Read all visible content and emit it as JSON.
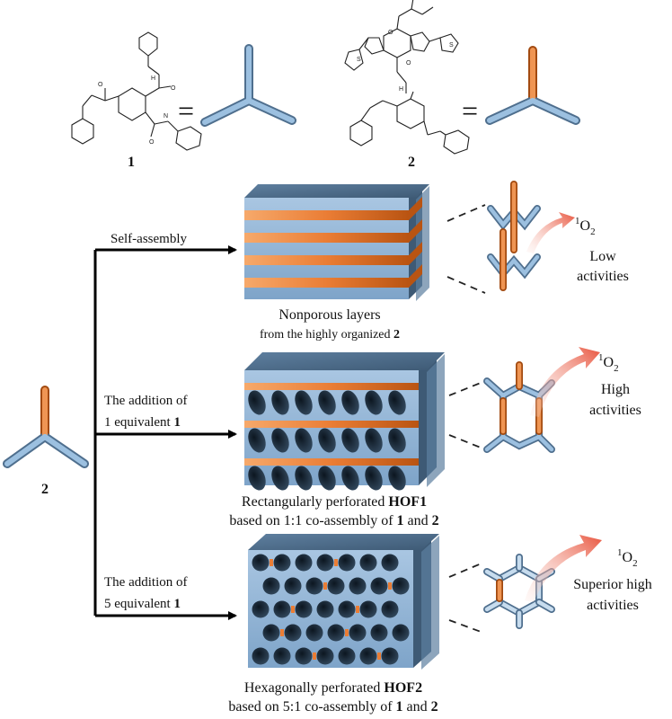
{
  "header": {
    "compound1_label": "1",
    "compound2_label": "2",
    "equals_sign": "=",
    "mol_atoms": {
      "N": "N",
      "H": "H",
      "O": "O",
      "S": "S"
    }
  },
  "start": {
    "label": "2"
  },
  "branches": [
    {
      "arrow_label": [
        "Self-assembly"
      ],
      "caption": [
        {
          "parts": [
            "Nonporous layers"
          ]
        },
        {
          "parts": [
            "from the highly organized ",
            "2"
          ]
        }
      ],
      "singlet_sup": "1",
      "singlet_main": "O",
      "singlet_sub": "2",
      "activity": [
        "Low",
        "activities"
      ]
    },
    {
      "arrow_label": [
        "The addition of",
        "1 equivalent ",
        "1"
      ],
      "caption": [
        {
          "parts": [
            "Rectangularly perforated ",
            "HOF1"
          ]
        },
        {
          "parts": [
            "based on 1:1 co-assembly of ",
            "1",
            " and ",
            "2"
          ]
        }
      ],
      "singlet_sup": "1",
      "singlet_main": "O",
      "singlet_sub": "2",
      "activity": [
        "High",
        "activities"
      ]
    },
    {
      "arrow_label": [
        "The addition of",
        "5 equivalent ",
        "1"
      ],
      "caption": [
        {
          "parts": [
            "Hexagonally perforated ",
            "HOF2"
          ]
        },
        {
          "parts": [
            "based on 5:1 co-assembly of ",
            "1",
            " and ",
            "2"
          ]
        }
      ],
      "singlet_sup": "1",
      "singlet_main": "O",
      "singlet_sub": "2",
      "activity": [
        "Superior high",
        "activities"
      ]
    }
  ],
  "colors": {
    "blue": "#8fb4d6",
    "blue_dark": "#4f6f8e",
    "orange": "#ea7d35",
    "arrow_red": "#e8533c"
  }
}
